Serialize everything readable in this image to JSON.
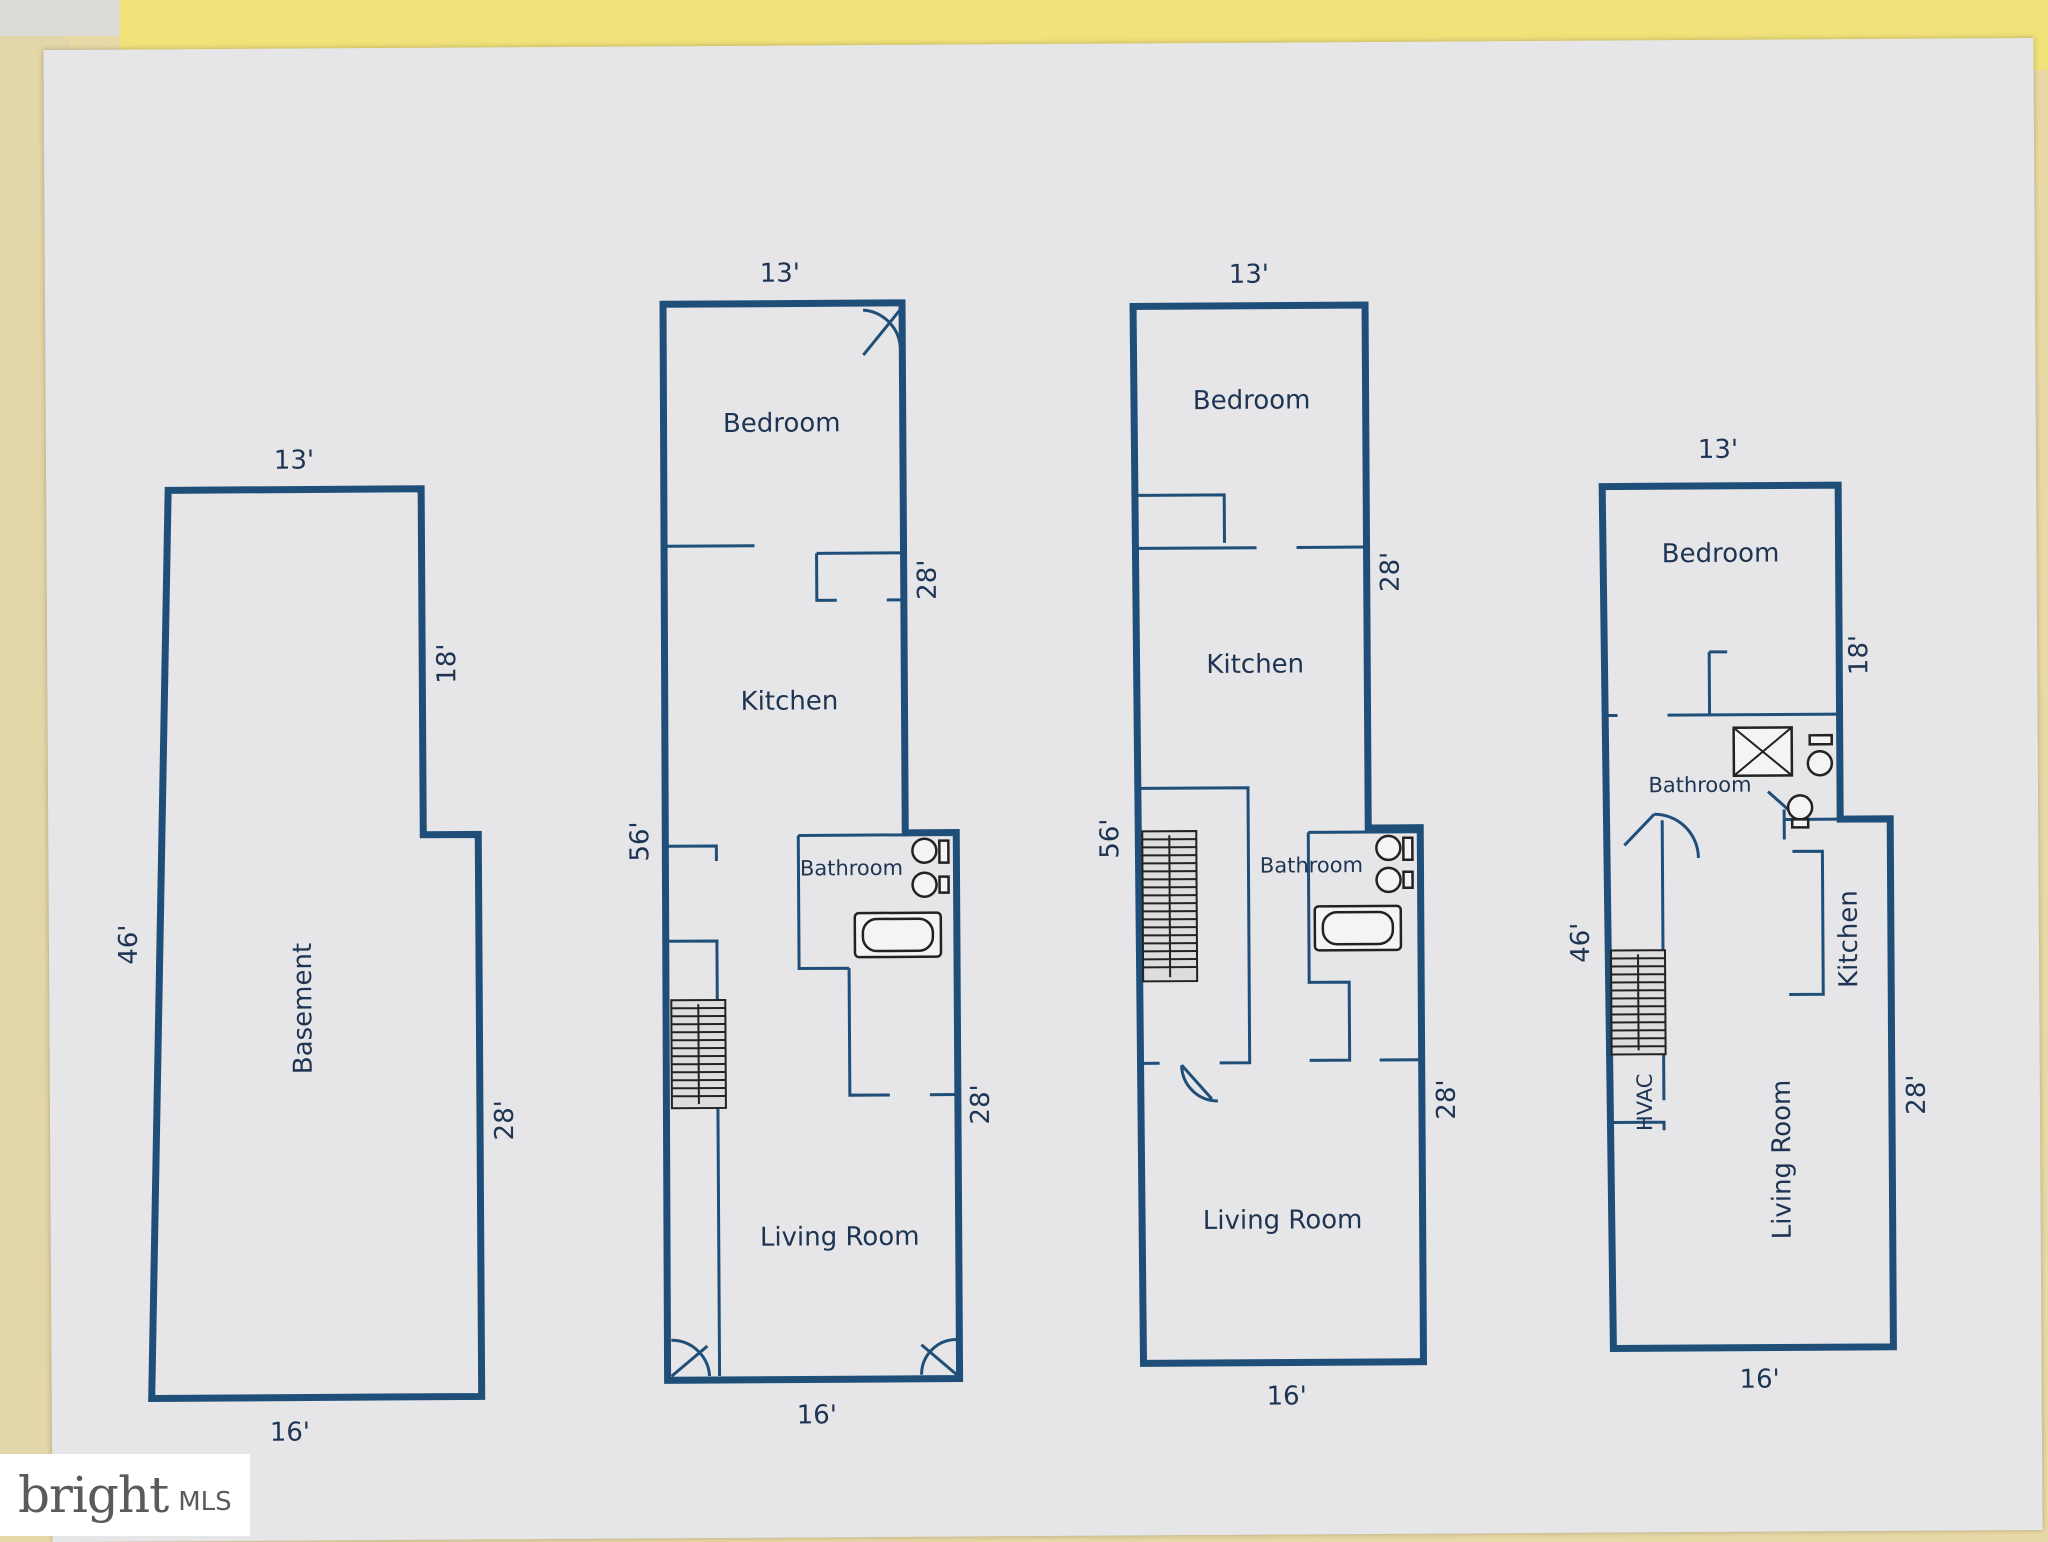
{
  "plans": [
    {
      "id": "basement",
      "rooms": [
        "Basement"
      ],
      "dims": {
        "top": "13'",
        "bottom": "16'",
        "left": "46'",
        "right_upper": "18'",
        "right_lower": "28'"
      }
    },
    {
      "id": "floor-a",
      "rooms": [
        "Bedroom",
        "Kitchen",
        "Bathroom",
        "Living Room"
      ],
      "dims": {
        "top": "13'",
        "bottom": "16'",
        "left": "56'",
        "right_upper": "28'",
        "right_lower": "28'"
      }
    },
    {
      "id": "floor-b",
      "rooms": [
        "Bedroom",
        "Kitchen",
        "Bathroom",
        "Living Room"
      ],
      "dims": {
        "top": "13'",
        "bottom": "16'",
        "left": "56'",
        "right_upper": "28'",
        "right_lower": "28'"
      }
    },
    {
      "id": "floor-c",
      "rooms": [
        "Bedroom",
        "Bathroom",
        "Kitchen",
        "Living Room",
        "HVAC"
      ],
      "dims": {
        "top": "13'",
        "bottom": "16'",
        "left": "46'",
        "right_upper": "18'",
        "right_lower": "28'"
      }
    }
  ],
  "watermark": {
    "brand": "bright",
    "suffix": "MLS"
  }
}
